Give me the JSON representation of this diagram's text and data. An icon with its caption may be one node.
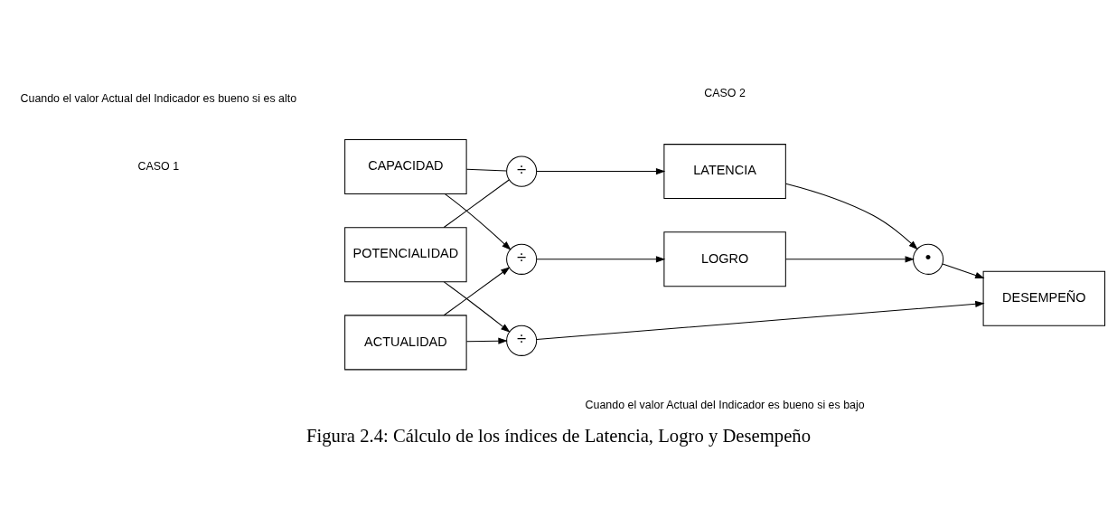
{
  "diagram": {
    "title": "Figura 2.4: Cálculo de los índices de Latencia, Logro y Desempeño",
    "nodes": [
      {
        "text": [
          "POTENCIALIDAD"
        ]
      },
      {
        "text": [
          "CAPACIDAD"
        ]
      },
      {
        "text": [
          "ACTUALIDAD"
        ]
      },
      {
        "text": [
          "÷"
        ]
      },
      {
        "text": [
          "÷"
        ]
      },
      {
        "text": [
          "LATENCIA"
        ]
      },
      {
        "text": [
          "LOGRO"
        ]
      },
      {
        "text": [
          "•"
        ]
      },
      {
        "text": [
          "DESEMPEÑO"
        ]
      },
      {
        "text": [
          "÷"
        ]
      }
    ],
    "edges": [
      {
        "from": 0,
        "to": 3,
        "arrow": "none"
      },
      {
        "from": 1,
        "to": 3,
        "arrow": "none"
      },
      {
        "from": 3,
        "to": 5,
        "arrow": "to"
      },
      {
        "from": 1,
        "to": 4,
        "arrow": "to"
      },
      {
        "from": 2,
        "to": 4,
        "arrow": "to"
      },
      {
        "from": 4,
        "to": 6,
        "arrow": "to"
      },
      {
        "from": 5,
        "to": 7,
        "arrow": "to"
      },
      {
        "from": 6,
        "to": 7,
        "arrow": "to"
      },
      {
        "from": 7,
        "to": 8,
        "arrow": "to"
      },
      {
        "from": 0,
        "to": 9,
        "arrow": "to"
      },
      {
        "from": 2,
        "to": 9,
        "arrow": "to"
      },
      {
        "from": 9,
        "to": 8,
        "arrow": "to"
      }
    ],
    "labels": [
      "Cuando el valor Actual del Indicador es bueno si es alto",
      "CASO 1",
      "Cuando el valor Actual del Indicador es bueno si es bajo",
      "CASO 2"
    ]
  }
}
